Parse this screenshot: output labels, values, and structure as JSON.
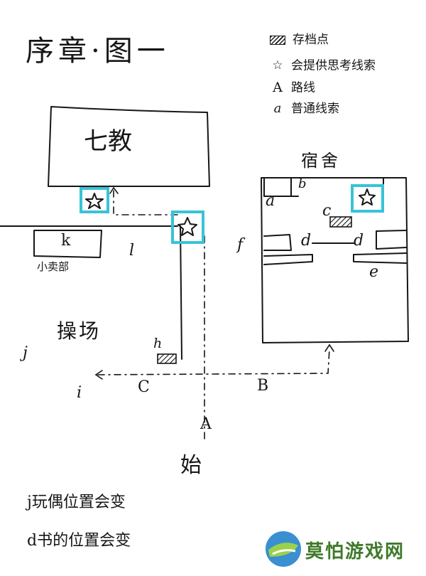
{
  "title": "序章·图一",
  "legend": [
    {
      "icon": "save-point-icon",
      "label": "存档点"
    },
    {
      "icon": "star-icon",
      "label": "会提供思考线索"
    },
    {
      "icon": "letter-a-icon",
      "symbol": "A",
      "label": "路线"
    },
    {
      "icon": "letter-a-lower-icon",
      "symbol": "a",
      "label": "普通线索"
    }
  ],
  "buildings": {
    "classroom": "七教",
    "dorm": "宿舍",
    "kiosk_letter": "k",
    "kiosk_label": "小卖部",
    "playground": "操场"
  },
  "letters": {
    "a": "a",
    "b": "b",
    "c": "c",
    "d1": "d",
    "d2": "d",
    "e": "e",
    "f": "f",
    "h": "h",
    "i": "i",
    "j": "j",
    "l": "l",
    "route_a": "A",
    "route_b": "B",
    "route_c": "C"
  },
  "start_label": "始",
  "notes": [
    "j玩偶位置会变",
    "d书的位置会变"
  ],
  "watermark": "莫怕游戏网",
  "colors": {
    "ink": "#161616",
    "highlight": "#38c3d6",
    "watermark_green": "#3f7a2a",
    "watermark_blue": "#3a8fd0"
  }
}
